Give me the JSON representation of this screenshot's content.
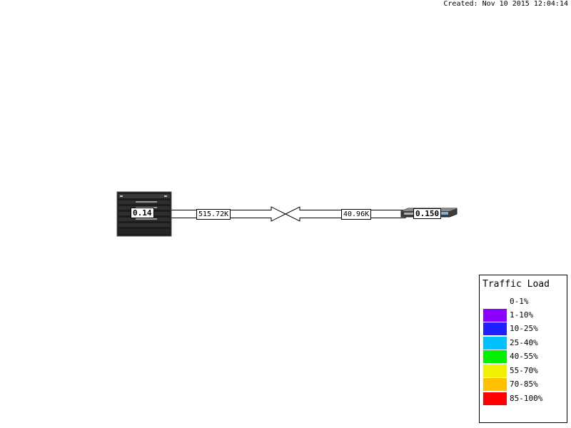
{
  "header": {
    "created": "Created: Nov 10 2015 12:04:14"
  },
  "nodes": [
    {
      "id": "left-router",
      "label": "0.14"
    },
    {
      "id": "right-switch",
      "label": "0.150"
    }
  ],
  "link": {
    "out_label": "515.72K",
    "in_label": "40.96K"
  },
  "legend": {
    "title": "Traffic Load",
    "items": [
      {
        "range": "0-1%",
        "color": "#ffffff"
      },
      {
        "range": "1-10%",
        "color": "#8c00ff"
      },
      {
        "range": "10-25%",
        "color": "#2020ff"
      },
      {
        "range": "25-40%",
        "color": "#00c0ff"
      },
      {
        "range": "40-55%",
        "color": "#00f000"
      },
      {
        "range": "55-70%",
        "color": "#f0f000"
      },
      {
        "range": "70-85%",
        "color": "#ffc000"
      },
      {
        "range": "85-100%",
        "color": "#ff0000"
      }
    ]
  }
}
